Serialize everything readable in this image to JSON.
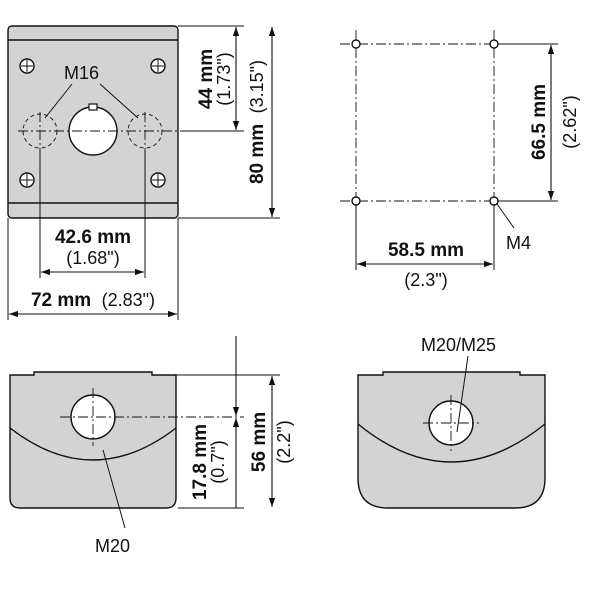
{
  "front_view": {
    "thread_label": "M16",
    "dim_width_metric": "72 mm",
    "dim_width_imperial": "(2.83\")",
    "dim_spacing_metric": "42.6 mm",
    "dim_spacing_imperial": "(1.68\")",
    "dim_offset_metric": "44 mm",
    "dim_offset_imperial": "(1.73\")",
    "dim_height_metric": "80 mm",
    "dim_height_imperial": "(3.15\")"
  },
  "mounting_view": {
    "screw_label": "M4",
    "dim_horizontal_metric": "58.5 mm",
    "dim_horizontal_imperial": "(2.3\")",
    "dim_vertical_metric": "66.5 mm",
    "dim_vertical_imperial": "(2.62\")"
  },
  "side_view_left": {
    "entry_label": "M20",
    "dim_entry_metric": "17.8 mm",
    "dim_entry_imperial": "(0.7\")",
    "dim_depth_metric": "56 mm",
    "dim_depth_imperial": "(2.2\")"
  },
  "side_view_right": {
    "entry_label": "M20/M25"
  }
}
